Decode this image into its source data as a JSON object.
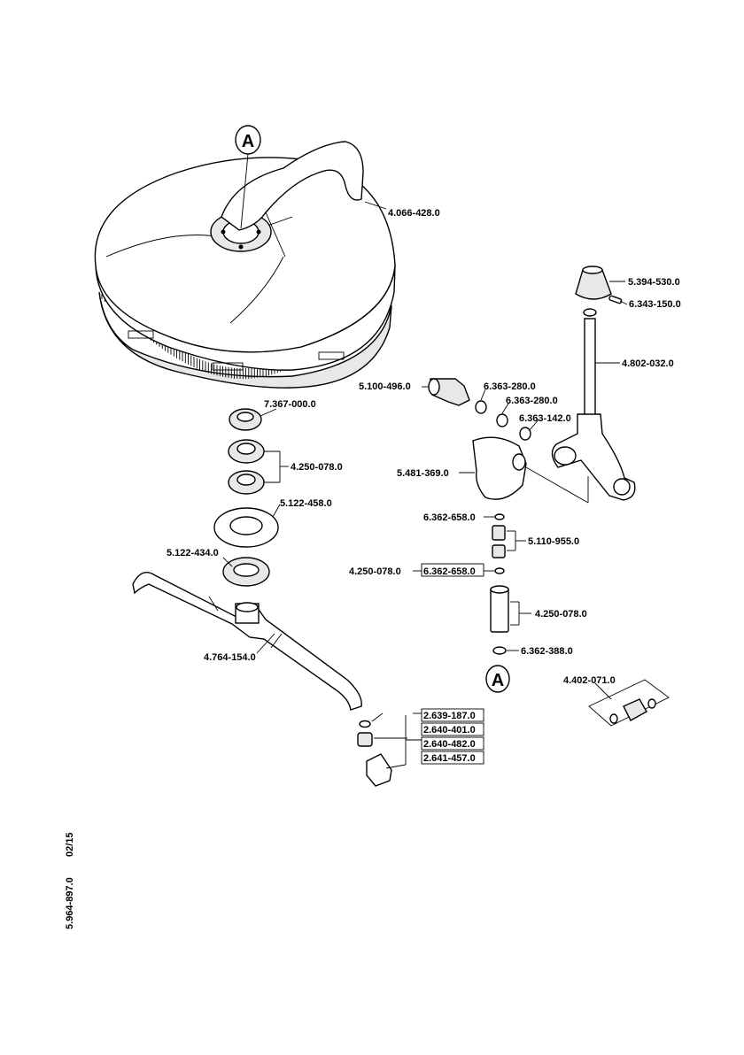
{
  "diagram": {
    "callout_marker": "A",
    "document_code": "5.964-897.0",
    "document_date": "02/15",
    "parts": {
      "p4066428": "4.066-428.0",
      "p5394530": "5.394-530.0",
      "p6343150": "6.343-150.0",
      "p4802032": "4.802-032.0",
      "p5100496": "5.100-496.0",
      "p6363280a": "6.363-280.0",
      "p6363280b": "6.363-280.0",
      "p6363142": "6.363-142.0",
      "p7367000": "7.367-000.0",
      "p4250078a": "4.250-078.0",
      "p5481369": "5.481-369.0",
      "p5122458": "5.122-458.0",
      "p6362658a": "6.362-658.0",
      "p5110955": "5.110-955.0",
      "p5122434": "5.122-434.0",
      "p4250078b": "4.250-078.0",
      "p6362658b": "6.362-658.0",
      "p4250078c": "4.250-078.0",
      "p4764154": "4.764-154.0",
      "p6362388": "6.362-388.0",
      "p4402071": "4.402-071.0",
      "p2639187": "2.639-187.0",
      "p2640401": "2.640-401.0",
      "p2640482": "2.640-482.0",
      "p2641457": "2.641-457.0"
    }
  }
}
